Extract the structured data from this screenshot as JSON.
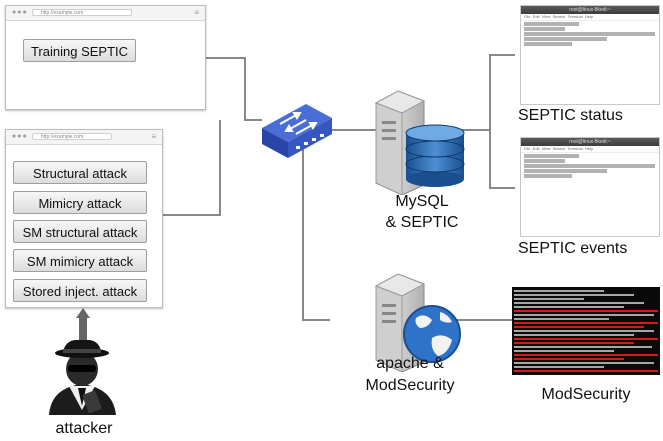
{
  "browser_top": {
    "url": "http://example.com",
    "button": "Training SEPTIC"
  },
  "browser_bottom": {
    "url": "http://example.com",
    "buttons": [
      "Structural attack",
      "Mimicry attack",
      "SM structural attack",
      "SM mimicry attack",
      "Stored inject. attack"
    ]
  },
  "attacker_label": "attacker",
  "mysql_label_1": "MySQL",
  "mysql_label_2": "& SEPTIC",
  "apache_label_1": "apache &",
  "apache_label_2": "ModSecurity",
  "terminal_top_label": "SEPTIC status",
  "terminal_mid_label": "SEPTIC events",
  "modsec_label": "ModSecurity",
  "terminal_title": "root@linux-fikedi:~"
}
